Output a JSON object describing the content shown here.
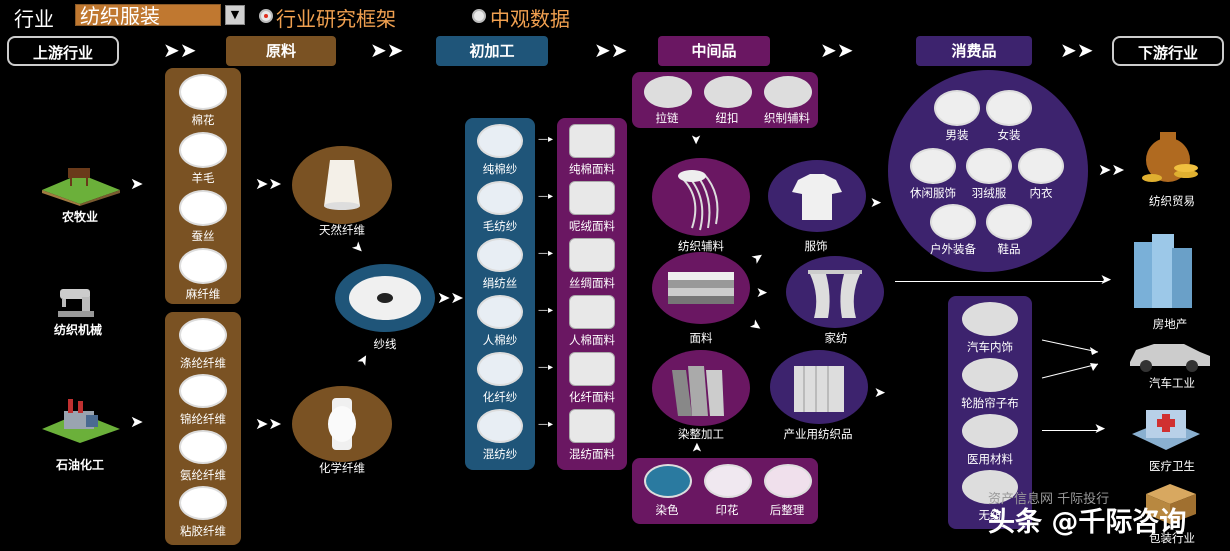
{
  "toolbar": {
    "industry_label": "行业",
    "industry_value": "纺织服装",
    "option1": "行业研究框架",
    "option2": "中观数据"
  },
  "stages": {
    "upstream": "上游行业",
    "raw": "原料",
    "primary": "初加工",
    "intermediate": "中间品",
    "consumer": "消费品",
    "downstream": "下游行业"
  },
  "upstream": {
    "agri": "农牧业",
    "machinery": "纺织机械",
    "petro": "石油化工"
  },
  "natural_raw": [
    "棉花",
    "羊毛",
    "蚕丝",
    "麻纤维"
  ],
  "chemical_raw": [
    "涤纶纤维",
    "锦纶纤维",
    "氨纶纤维",
    "粘胶纤维"
  ],
  "fibers": {
    "natural": "天然纤维",
    "yarn": "纱线",
    "chemical": "化学纤维"
  },
  "yarns": [
    "纯棉纱",
    "毛纺纱",
    "绢纺丝",
    "人棉纱",
    "化纤纱",
    "混纺纱"
  ],
  "fabrics": [
    "纯棉面料",
    "呢绒面料",
    "丝绸面料",
    "人棉面料",
    "化纤面料",
    "混纺面料"
  ],
  "accessories": [
    "拉链",
    "纽扣",
    "织制辅料"
  ],
  "middle": {
    "textile_aux": "纺织辅料",
    "fabric": "面料",
    "dyeing": "染整加工"
  },
  "finishing": [
    "染色",
    "印花",
    "后整理"
  ],
  "products": {
    "apparel": "服饰",
    "home_textile": "家纺",
    "industrial": "产业用纺织品"
  },
  "consumer_goods": [
    "男装",
    "女装",
    "休闲服饰",
    "羽绒服",
    "内衣",
    "户外装备",
    "鞋品"
  ],
  "industrial_uses": [
    "汽车内饰",
    "轮胎帘子布",
    "医用材料",
    "无纺"
  ],
  "downstream": {
    "trade": "纺织贸易",
    "real_estate": "房地产",
    "auto": "汽车工业",
    "medical": "医疗卫生",
    "packaging": "包装行业"
  },
  "watermark": "资产信息网 千际投行",
  "signature": "头条 @千际咨询",
  "colors": {
    "brown": "#7a5223",
    "blue": "#1f5579",
    "purple": "#6a1762",
    "violet": "#3d236e"
  }
}
